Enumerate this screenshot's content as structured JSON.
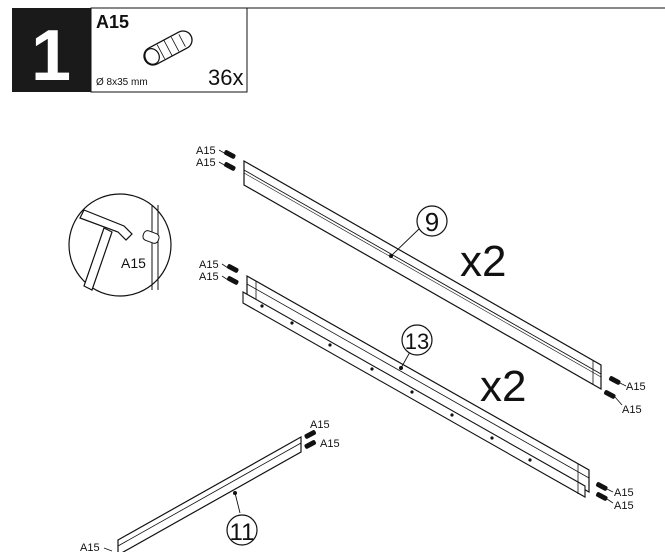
{
  "step": {
    "number": "1",
    "part_code": "A15",
    "part_spec": "Ø 8x35 mm",
    "quantity": "36x"
  },
  "parts": {
    "panel_9": "9",
    "panel_13": "13",
    "panel_11": "11"
  },
  "multipliers": {
    "panel_9": "x2",
    "panel_13": "x2"
  },
  "dowel_label": "A15"
}
